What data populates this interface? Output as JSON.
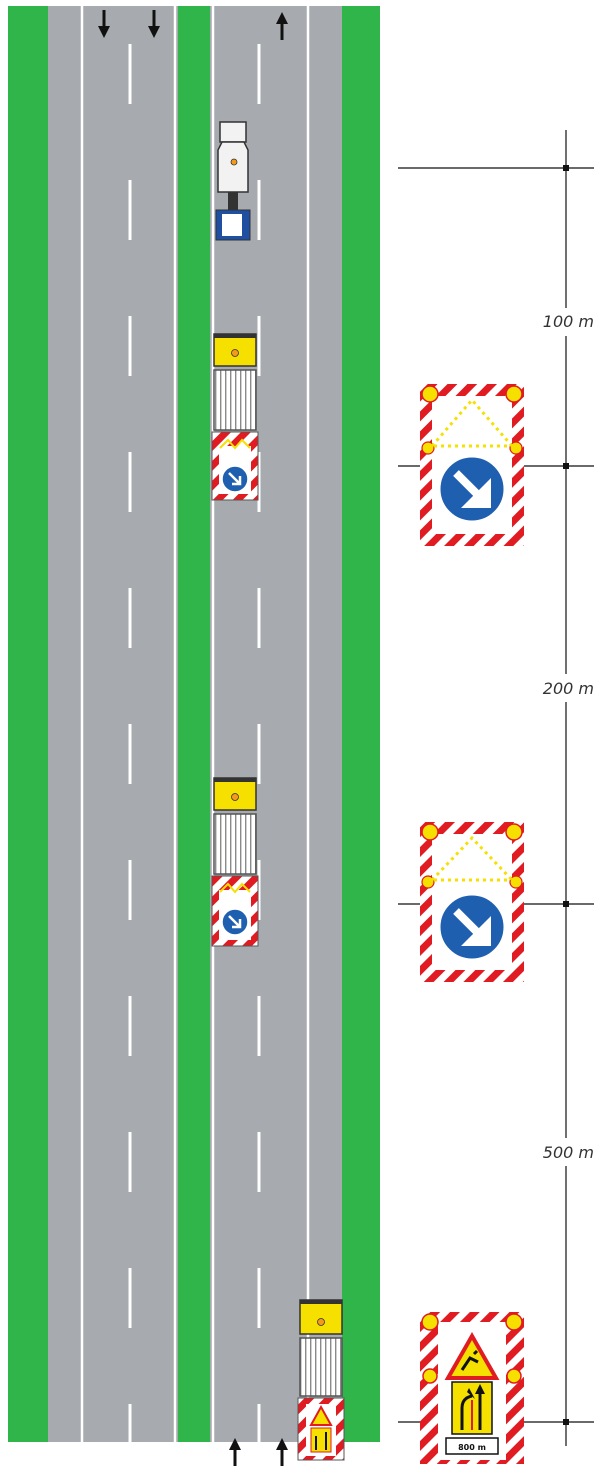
{
  "colors": {
    "grass": "#2fb54a",
    "road": "#a7aaae",
    "marking": "#ffffff",
    "arrow": "#111111",
    "vehicle_yellow": "#f6e000",
    "vehicle_orange": "#f39a1a",
    "sign_red": "#e01b22",
    "sign_blue": "#1f5fb0",
    "truck_blue": "#1f4fa0",
    "dimension_line": "#111111"
  },
  "lanes": {
    "left_carriageway_direction": "down",
    "right_carriageway_direction": "up"
  },
  "vehicles": [
    {
      "type": "sweeper-truck",
      "icon": "sweeper-truck-icon"
    },
    {
      "type": "protection-vehicle",
      "icon": "protection-vehicle-icon",
      "sign": "keep-right-arrow-panel"
    },
    {
      "type": "protection-vehicle",
      "icon": "protection-vehicle-icon",
      "sign": "keep-right-arrow-panel"
    },
    {
      "type": "warning-vehicle",
      "icon": "warning-vehicle-icon",
      "sign": "roadworks-lane-closure-panel"
    }
  ],
  "distances": {
    "d1": "100 m",
    "d2": "200 m",
    "d3": "500 m"
  },
  "signs": {
    "sign1": {
      "icon": "keep-right-arrow-panel-icon"
    },
    "sign2": {
      "icon": "keep-right-arrow-panel-icon"
    },
    "sign3": {
      "icon": "roadworks-lane-closure-panel-icon",
      "distance_plate": "800 m"
    }
  }
}
